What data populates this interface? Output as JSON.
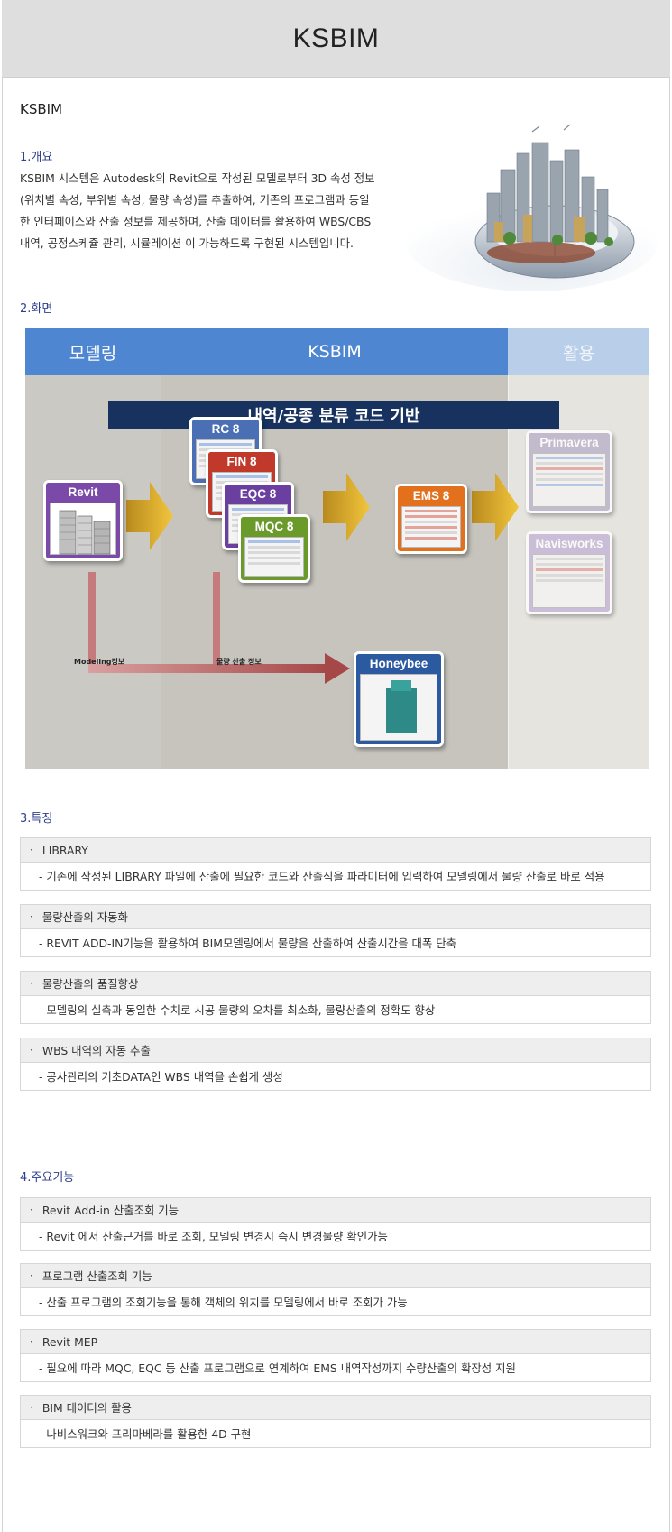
{
  "header": {
    "title": "KSBIM"
  },
  "subtitle": "KSBIM",
  "overview": {
    "title": "1.개요",
    "lines": [
      "KSBIM 시스템은 Autodesk의 Revit으로 작성된 모델로부터 3D 속성 정보",
      "(위치별 속성, 부위별 속성, 물량 속성)를 추출하여, 기존의 프로그램과 동일",
      "한 인터페이스와 산출 정보를 제공하며, 산출 데이터를 활용하여 WBS/CBS",
      "내역, 공정스케쥴 관리, 시뮬레이션 이 가능하도록 구현된 시스템입니다."
    ]
  },
  "screen": {
    "title": "2.화면",
    "columns": {
      "modeling": "모델링",
      "ksbim": "KSBIM",
      "use": "활용"
    },
    "code_bar": "내역/공종 분류 코드 기반",
    "boxes": {
      "revit": "Revit",
      "rc": "RC 8",
      "fin": "FIN 8",
      "eqc": "EQC 8",
      "mqc": "MQC 8",
      "ems": "EMS 8",
      "honeybee": "Honeybee",
      "primavera": "Primavera",
      "navisworks": "Navisworks"
    },
    "labels": {
      "modeling_info": "Modeling정보",
      "quantity_info": "물량 산출 정보"
    },
    "colors": {
      "revit": "#7b4aa8",
      "rc": "#4a6fb5",
      "fin": "#c0392b",
      "eqc": "#6a3fa0",
      "mqc": "#6a9a2a",
      "ems": "#e2701c",
      "honeybee": "#2c5aa0",
      "primavera": "#b9b2c9",
      "navisworks": "#c4b4d6"
    }
  },
  "features": {
    "title": "3.특징",
    "items": [
      {
        "head": "LIBRARY",
        "body": "- 기존에 작성된 LIBRARY 파일에 산출에 필요한 코드와 산출식을 파라미터에 입력하여 모델링에서 물량 산출로 바로 적용"
      },
      {
        "head": "물량산출의 자동화",
        "body": "- REVIT ADD-IN기능을 활용하여 BIM모델링에서 물량을 산출하여 산출시간을 대폭 단축"
      },
      {
        "head": "물량산출의 품질향상",
        "body": "- 모델링의 실측과 동일한 수치로 시공 물량의 오차를 최소화, 물량산출의 정확도 향상"
      },
      {
        "head": "WBS 내역의 자동 추출",
        "body": "- 공사관리의 기초DATA인 WBS 내역을 손쉽게 생성"
      }
    ]
  },
  "main_functions": {
    "title": "4.주요기능",
    "items": [
      {
        "head": "Revit Add-in 산출조회 기능",
        "body": "- Revit 에서 산출근거를 바로 조회, 모델링 변경시 즉시 변경물량 확인가능"
      },
      {
        "head": "프로그램 산출조회 기능",
        "body": "- 산출 프로그램의 조회기능을 통해 객체의 위치를 모델링에서 바로 조회가 가능"
      },
      {
        "head": "Revit MEP",
        "body": "- 필요에 따라 MQC, EQC 등 산출 프로그램으로 연계하여 EMS 내역작성까지 수량산출의 확장성 지원"
      },
      {
        "head": "BIM 데이터의 활용",
        "body": "- 나비스워크와 프리마베라를 활용한 4D 구현"
      }
    ]
  }
}
